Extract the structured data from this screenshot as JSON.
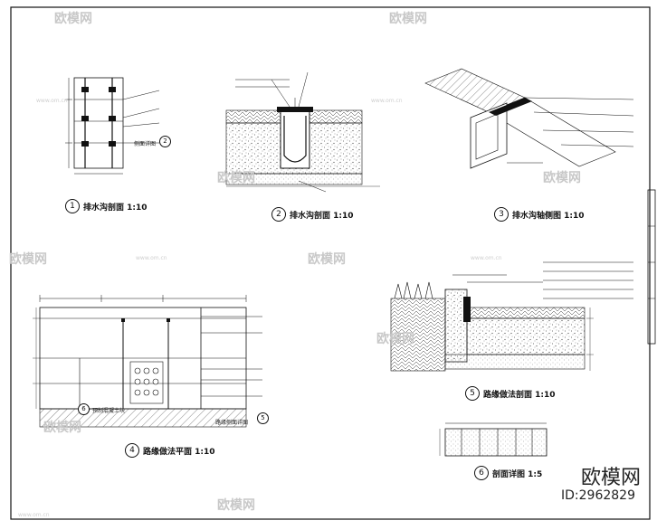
{
  "drawings": {
    "d1": {
      "num": "1",
      "title": "排水沟剖面 1:10"
    },
    "d2": {
      "num": "2",
      "title": "排水沟剖面 1:10"
    },
    "d3": {
      "num": "3",
      "title": "排水沟轴侧图 1:10"
    },
    "d4": {
      "num": "4",
      "title": "路缘做法平面 1:10"
    },
    "d5": {
      "num": "5",
      "title": "路缘做法剖面 1:10"
    },
    "d6": {
      "num": "6",
      "title": "剖面详图 1:5"
    }
  },
  "callouts": {
    "c2_label": "侧面详图",
    "c2_num": "2",
    "c5_label": "路缘侧面详图",
    "c5_num": "5",
    "c6_label": "预制混凝土块",
    "c6_num": "6"
  },
  "watermark": {
    "text": "欧模网",
    "url": "www.om.cn",
    "brand": "欧模网",
    "id": "ID:2962829"
  }
}
